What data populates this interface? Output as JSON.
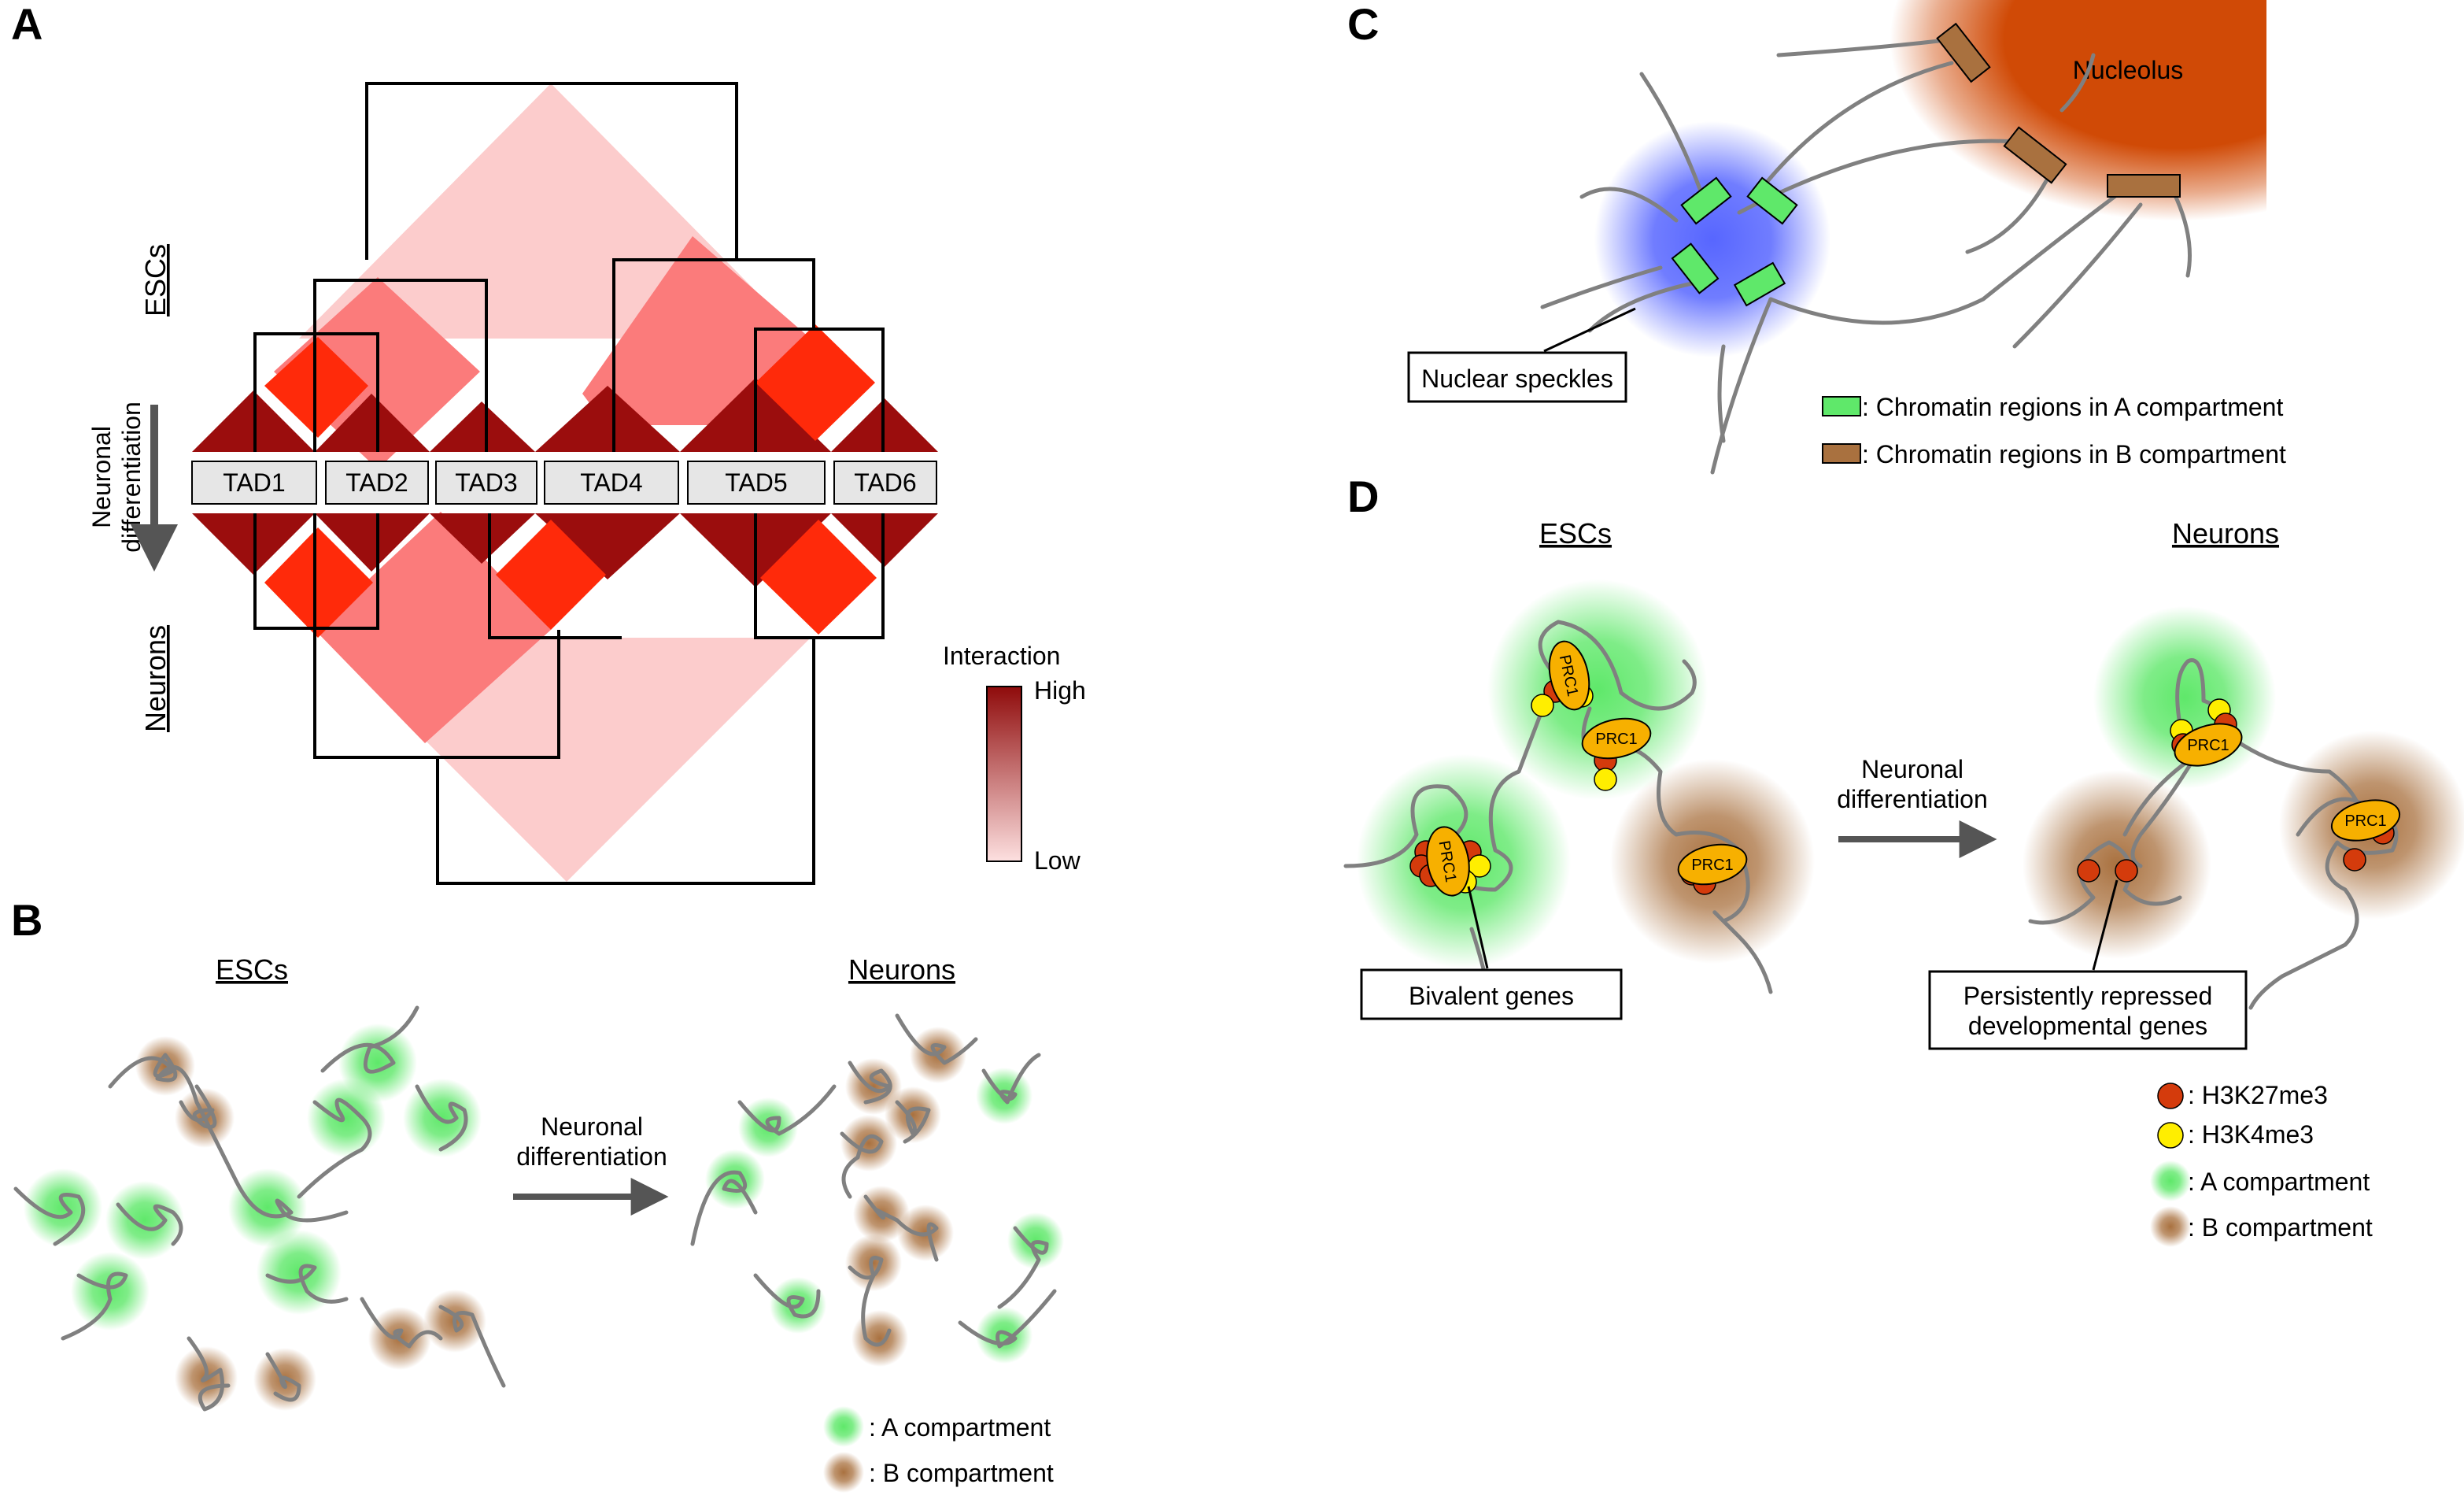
{
  "panels": [
    "A",
    "B",
    "C",
    "D"
  ],
  "colors": {
    "tad_dark": "#9b0d0d",
    "tad_bright": "#ff2a0a",
    "tad_mid": "#fb7b7b",
    "tad_light": "#fccccc",
    "a_compartment": "#5fe86a",
    "b_compartment": "#a9713f",
    "nuclear_speckle": "#5766ff",
    "nucleolus": "#d04a06",
    "h3k27me3": "#d43b0c",
    "h3k4me3": "#ffee00",
    "prc1": "#f7b000",
    "chromatin_line": "#808080"
  },
  "panel_a": {
    "esc_label": "ESCs",
    "neuron_label": "Neurons",
    "arrow_label_line1": "Neuronal",
    "arrow_label_line2": "differentiation",
    "tads": [
      "TAD1",
      "TAD2",
      "TAD3",
      "TAD4",
      "TAD5",
      "TAD6"
    ],
    "legend": {
      "title": "Interaction",
      "high": "High",
      "low": "Low"
    }
  },
  "panel_b": {
    "esc_label": "ESCs",
    "neuron_label": "Neurons",
    "arrow_label_line1": "Neuronal",
    "arrow_label_line2": "differentiation",
    "legend": [
      {
        "key": "a",
        "label": ": A compartment"
      },
      {
        "key": "b",
        "label": ": B compartment"
      }
    ]
  },
  "panel_c": {
    "nucleolus_label": "Nucleolus",
    "speckles_label": "Nuclear speckles",
    "legend": [
      {
        "key": "a",
        "label": ": Chromatin regions in A compartment"
      },
      {
        "key": "b",
        "label": ": Chromatin regions in B compartment"
      }
    ]
  },
  "panel_d": {
    "esc_label": "ESCs",
    "neuron_label": "Neurons",
    "arrow_label_line1": "Neuronal",
    "arrow_label_line2": "differentiation",
    "prc1_label": "PRC1",
    "bivalent_label": "Bivalent genes",
    "repressed_line1": "Persistently repressed",
    "repressed_line2": "developmental genes",
    "legend": [
      {
        "key": "h3k27me3",
        "label": ": H3K27me3"
      },
      {
        "key": "h3k4me3",
        "label": ": H3K4me3"
      },
      {
        "key": "a",
        "label": ": A compartment"
      },
      {
        "key": "b",
        "label": ": B compartment"
      }
    ]
  }
}
